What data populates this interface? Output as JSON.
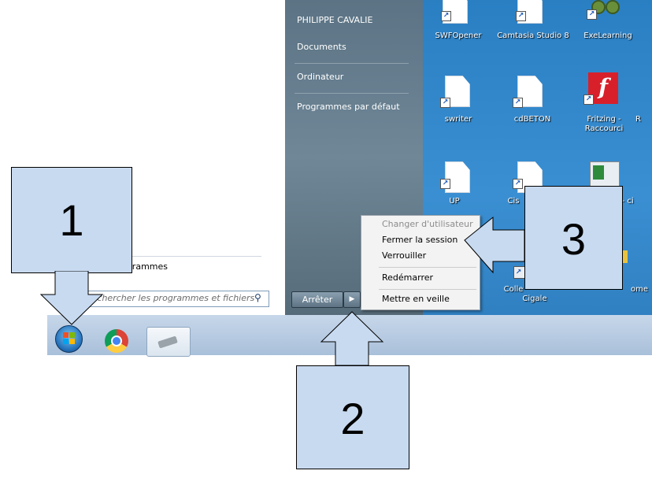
{
  "start_menu": {
    "user_name": "PHILIPPE CAVALIE",
    "right_items": [
      "Documents",
      "Ordinateur",
      "Programmes par défaut"
    ],
    "all_programs": "Tous les programmes",
    "search_placeholder": "Rechercher les programmes et fichiers",
    "shutdown_button": "Arrêter"
  },
  "power_menu": {
    "switch_user": "Changer d'utilisateur",
    "logoff": "Fermer la session",
    "lock": "Verrouiller",
    "restart": "Redémarrer",
    "sleep": "Mettre en veille"
  },
  "desktop_icons": [
    {
      "label": "SWFOpener"
    },
    {
      "label": "Camtasia Studio 8"
    },
    {
      "label": "ExeLearning"
    },
    {
      "label": "swriter"
    },
    {
      "label": "cdBETON"
    },
    {
      "label": "Fritzing - Raccourci"
    },
    {
      "label": "UP"
    },
    {
      "label": "Cis"
    },
    {
      "label": "ct - ci"
    },
    {
      "label": "Colle"
    },
    {
      "label": "Cigale"
    },
    {
      "label": "ome"
    }
  ],
  "callouts": {
    "one": "1",
    "two": "2",
    "three": "3"
  },
  "colors": {
    "desktop": "#2f84c8",
    "taskbar": "#b9cde3",
    "callout_fill": "#c8daf0"
  },
  "icons": [
    "windows-start-orb",
    "chrome-icon",
    "usb-drive-icon",
    "search-icon",
    "shortcut-arrow-icon",
    "fritzing-icon"
  ]
}
